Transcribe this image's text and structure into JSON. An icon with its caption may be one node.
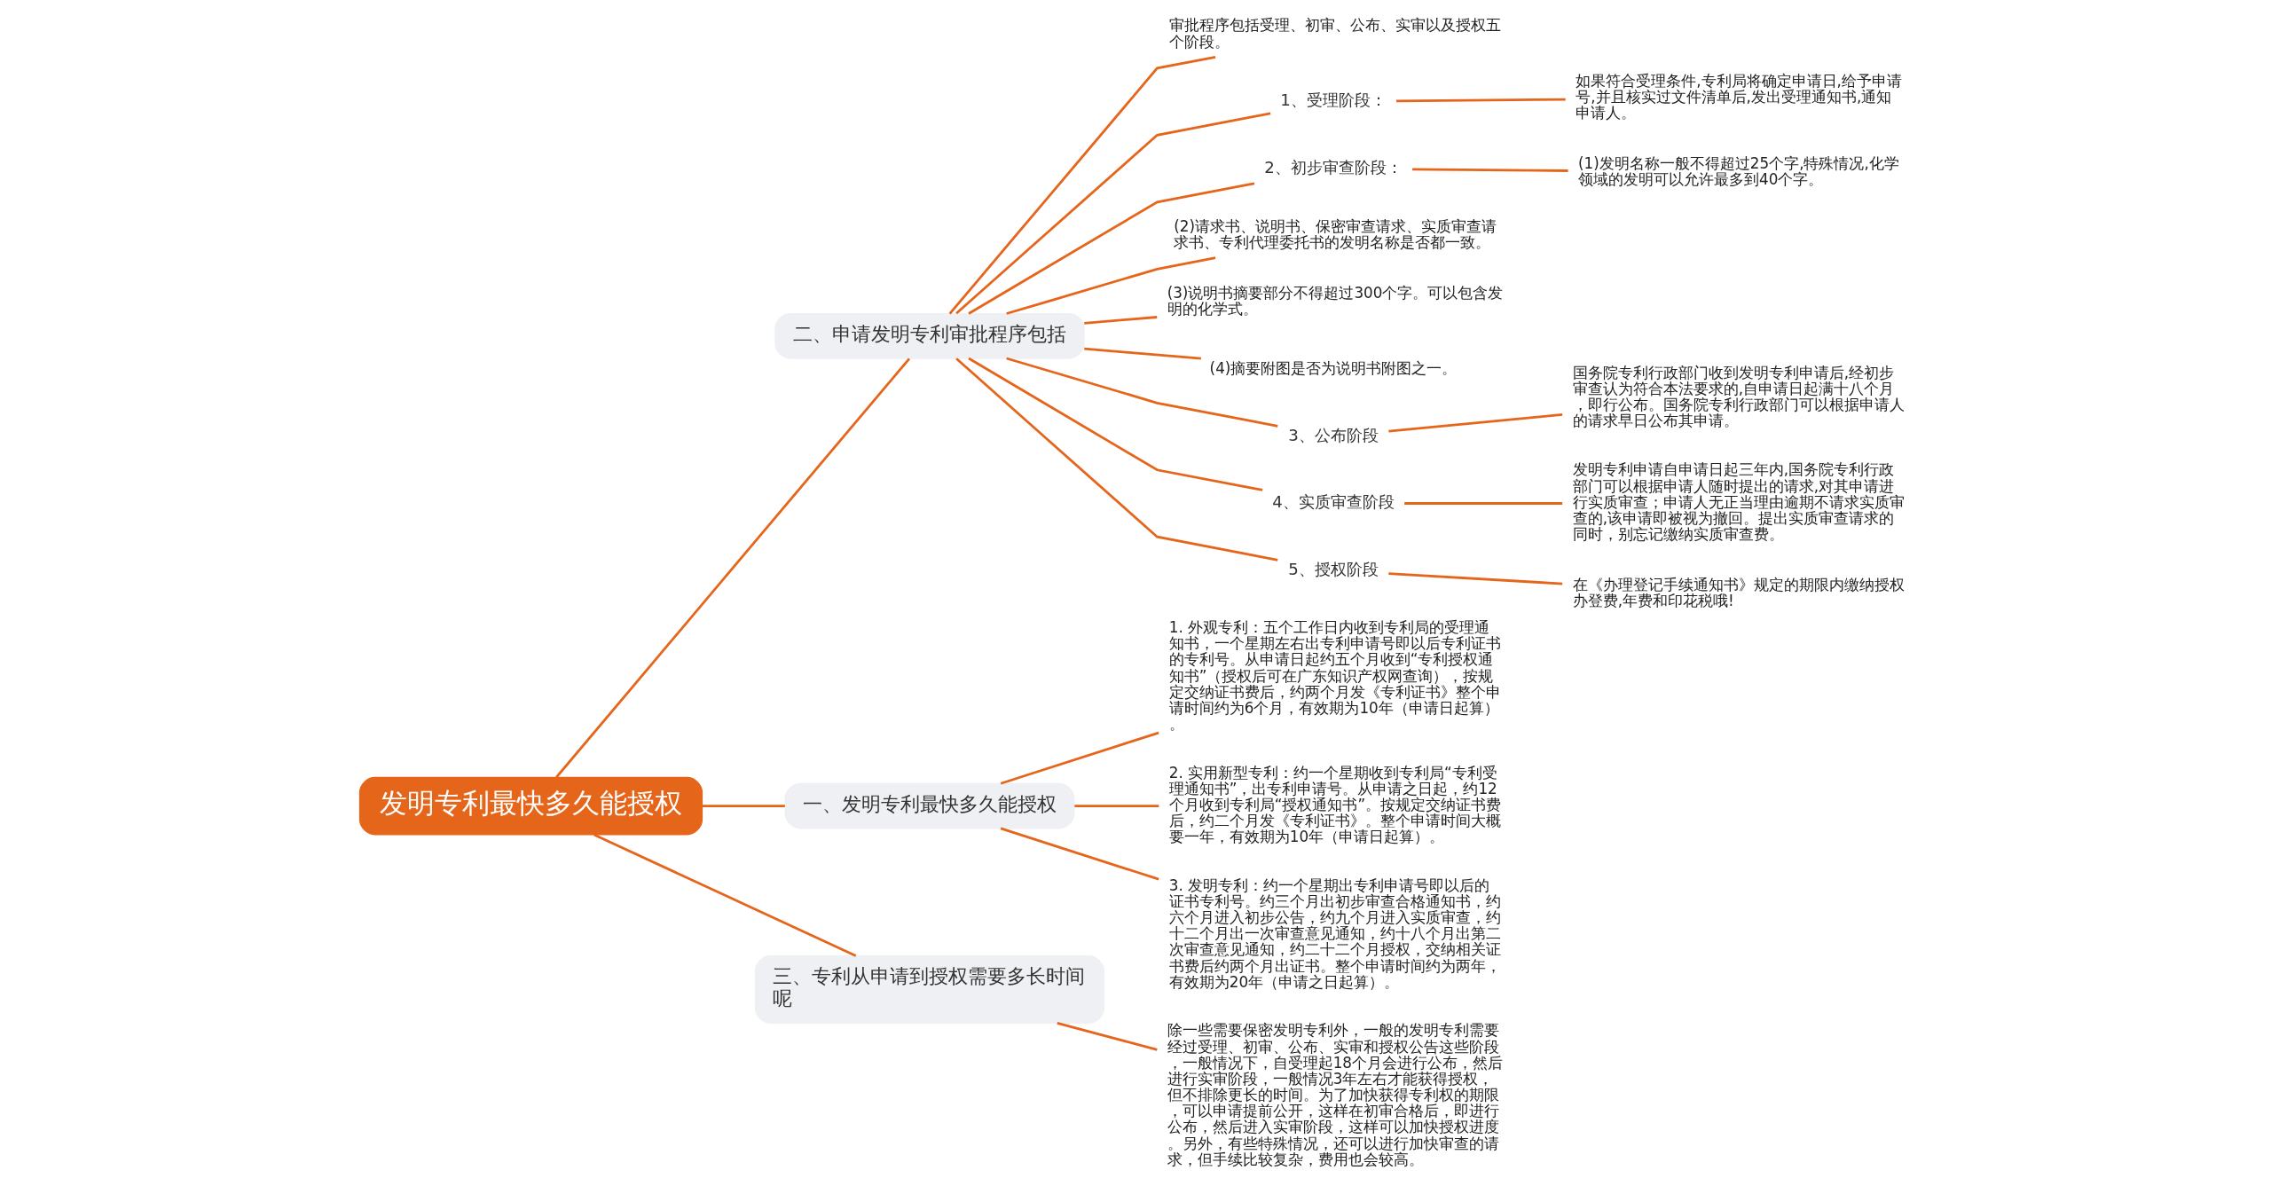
{
  "diagram": {
    "nodes": [
      {
        "text": [
          "发明专利最快多久能授权"
        ]
      },
      {
        "text": [
          "二、申请发明专利审批程序包括"
        ]
      },
      {
        "text": [
          "审批程序包括受理、初审、公布、实审以及授权五个阶段。"
        ]
      },
      {
        "text": [
          "1、受理阶段："
        ]
      },
      {
        "text": [
          "如果符合受理条件,专利局将确定申请日,给予申请号,并且核实过文件清单后,发出受理通知书,通知申请人。"
        ]
      },
      {
        "text": [
          "2、初步审查阶段："
        ]
      },
      {
        "text": [
          "(1)发明名称一般不得超过25个字,特殊情况,化学领域的发明可以允许最多到40个字。"
        ]
      },
      {
        "text": [
          "(2)请求书、说明书、保密审查请求、实质审查请求书、专利代理委托书的发明名称是否都一致。"
        ]
      },
      {
        "text": [
          "(3)说明书摘要部分不得超过300个字。可以包含发明的化学式。"
        ]
      },
      {
        "text": [
          "(4)摘要附图是否为说明书附图之一。"
        ]
      },
      {
        "text": [
          "3、公布阶段"
        ]
      },
      {
        "text": [
          "国务院专利行政部门收到发明专利申请后,经初步审查认为符合本法要求的,自申请日起满十八个月，即行公布。国务院专利行政部门可以根据申请人的请求早日公布其申请。"
        ]
      },
      {
        "text": [
          "4、实质审查阶段"
        ]
      },
      {
        "text": [
          "发明专利申请自申请日起三年内,国务院专利行政部门可以根据申请人随时提出的请求,对其申请进行实质审查；申请人无正当理由逾期不请求实质审查的,该申请即被视为撤回。提出实质审查请求的同时，别忘记缴纳实质审查费。"
        ]
      },
      {
        "text": [
          "5、授权阶段"
        ]
      },
      {
        "text": [
          "在《办理登记手续通知书》规定的期限内缴纳授权办登费,年费和印花税哦!"
        ]
      },
      {
        "text": [
          "一、发明专利最快多久能授权"
        ]
      },
      {
        "text": [
          "1. 外观专利：五个工作日内收到专利局的受理通知书，一个星期左右出专利申请号即以后专利证书的专利号。从申请日起约五个月收到“专利授权通知书”（授权后可在广东知识产权网查询），按规定交纳证书费后，约两个月发《专利证书》整个申请时间约为6个月，有效期为10年（申请日起算）。"
        ]
      },
      {
        "text": [
          "2. 实用新型专利：约一个星期收到专利局“专利受理通知书”，出专利申请号。从申请之日起，约12个月收到专利局“授权通知书”。按规定交纳证书费后，约二个月发《专利证书》。整个申请时间大概要一年，有效期为10年（申请日起算）。"
        ]
      },
      {
        "text": [
          "3. 发明专利：约一个星期出专利申请号即以后的证书专利号。约三个月出初步审查合格通知书，约六个月进入初步公告，约九个月进入实质审查，约十二个月出一次审查意见通知，约十八个月出第二次审查意见通知，约二十二个月授权，交纳相关证书费后约两个月出证书。整个申请时间约为两年，有效期为20年（申请之日起算）。"
        ]
      },
      {
        "text": [
          "三、专利从申请到授权需要多长时间呢"
        ]
      },
      {
        "text": [
          "除一些需要保密发明专利外，一般的发明专利需要经过受理、初审、公布、实审和授权公告这些阶段，一般情况下，自受理起18个月会进行公布，然后进行实审阶段，一般情况3年左右才能获得授权，但不排除更长的时间。为了加快获得专利权的期限，可以申请提前公开，这样在初审合格后，即进行公布，然后进入实审阶段，这样可以加快授权进度。另外，有些特殊情况，还可以进行加快审查的请求，但手续比较复杂，费用也会较高。"
        ]
      }
    ],
    "edges": [
      {
        "from": 0,
        "to": 1,
        "arrow": "none"
      },
      {
        "from": 1,
        "to": 2,
        "arrow": "none"
      },
      {
        "from": 1,
        "to": 3,
        "arrow": "none"
      },
      {
        "from": 3,
        "to": 4,
        "arrow": "none"
      },
      {
        "from": 1,
        "to": 5,
        "arrow": "none"
      },
      {
        "from": 5,
        "to": 6,
        "arrow": "none"
      },
      {
        "from": 1,
        "to": 7,
        "arrow": "none"
      },
      {
        "from": 1,
        "to": 8,
        "arrow": "none"
      },
      {
        "from": 1,
        "to": 9,
        "arrow": "none"
      },
      {
        "from": 1,
        "to": 10,
        "arrow": "none"
      },
      {
        "from": 10,
        "to": 11,
        "arrow": "none"
      },
      {
        "from": 1,
        "to": 12,
        "arrow": "none"
      },
      {
        "from": 12,
        "to": 13,
        "arrow": "none"
      },
      {
        "from": 1,
        "to": 14,
        "arrow": "none"
      },
      {
        "from": 14,
        "to": 15,
        "arrow": "none"
      },
      {
        "from": 0,
        "to": 16,
        "arrow": "none"
      },
      {
        "from": 16,
        "to": 17,
        "arrow": "none"
      },
      {
        "from": 16,
        "to": 18,
        "arrow": "none"
      },
      {
        "from": 16,
        "to": 19,
        "arrow": "none"
      },
      {
        "from": 0,
        "to": 20,
        "arrow": "none"
      },
      {
        "from": 20,
        "to": 21,
        "arrow": "none"
      }
    ]
  }
}
